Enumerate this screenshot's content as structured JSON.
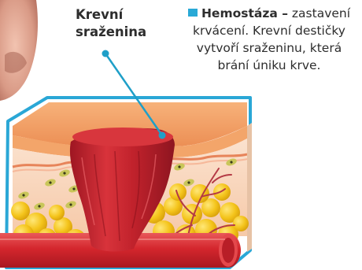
{
  "labels": {
    "clot_line1": "Krevní",
    "clot_line2": "sraženina",
    "hemostasis_term": "Hemostáza –",
    "hemostasis_line1": "zastavení",
    "hemostasis_line2": "krvácení. Krevní destičky",
    "hemostasis_line3": "vytvoří sraženinu, která",
    "hemostasis_line4": "brání úniku krve."
  },
  "colors": {
    "accent": "#29a9d6",
    "pointer_line": "#1f9fc8",
    "clot": "#c8242f",
    "skin": "#f0a070",
    "fat": "#f2c419",
    "vessel": "#d0262c"
  }
}
